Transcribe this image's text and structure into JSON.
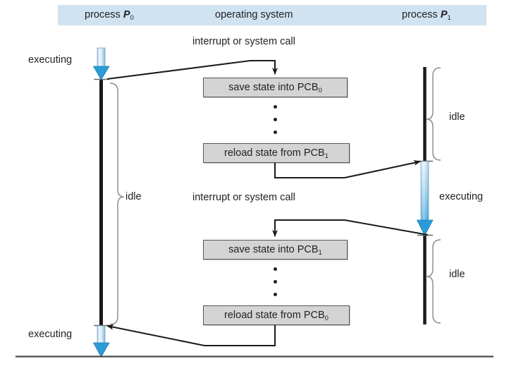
{
  "figure": {
    "kind": "cpu-context-switch-diagram",
    "colors": {
      "header_band": "#cfe3f2",
      "box_fill": "#d4d4d4",
      "box_border": "#55565a",
      "timeline": "#1a1a1a",
      "arrow_blue": "#2b9bd8",
      "arrow_blue_light": "#e8f3fa",
      "text": "#231f20"
    }
  },
  "header": {
    "columns": [
      {
        "prefix": "process ",
        "symbol": "P",
        "subscript": "0"
      },
      {
        "prefix": "operating system",
        "symbol": "",
        "subscript": ""
      },
      {
        "prefix": "process ",
        "symbol": "P",
        "subscript": "1"
      }
    ]
  },
  "labels": {
    "interrupt_1": "interrupt or system call",
    "interrupt_2": "interrupt or system call",
    "executing_top_left": "executing",
    "executing_bottom_left": "executing",
    "executing_right": "executing",
    "idle_left": "idle",
    "idle_right_upper": "idle",
    "idle_right_lower": "idle"
  },
  "os_boxes": [
    {
      "name": "save-state-pcb0",
      "text": "save state into PCB",
      "subscript": "0"
    },
    {
      "name": "reload-state-pcb1",
      "text": "reload state from PCB",
      "subscript": "1"
    },
    {
      "name": "save-state-pcb1",
      "text": "save state into PCB",
      "subscript": "1"
    },
    {
      "name": "reload-state-pcb0",
      "text": "reload state from PCB",
      "subscript": "0"
    }
  ],
  "ellipsis": {
    "dot_count": 3
  }
}
